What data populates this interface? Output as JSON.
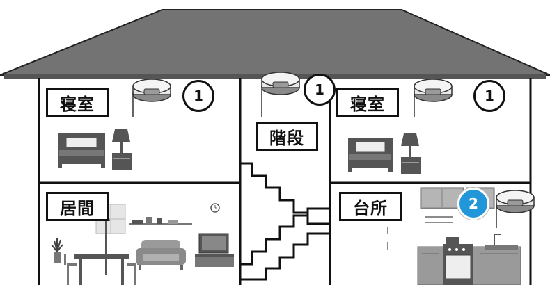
{
  "rooms": {
    "bedroom_left": "寝室",
    "stairs": "階段",
    "bedroom_right": "寝室",
    "living": "居間",
    "kitchen": "台所"
  },
  "badges": {
    "bedroom_left": "1",
    "stairs": "1",
    "bedroom_right": "1",
    "kitchen": "2"
  },
  "colors": {
    "roof": "#737373",
    "outline": "#111111",
    "furniture_dark": "#555555",
    "furniture_light": "#9a9a9a",
    "badge_blue": "#2196d9"
  },
  "icons": [
    "smoke-detector-icon",
    "bed-icon",
    "lamp-icon",
    "sofa-icon",
    "dining-table-icon",
    "tv-icon",
    "wall-clock-icon",
    "plant-icon",
    "kitchen-stove-icon",
    "kitchen-cabinet-icon"
  ]
}
